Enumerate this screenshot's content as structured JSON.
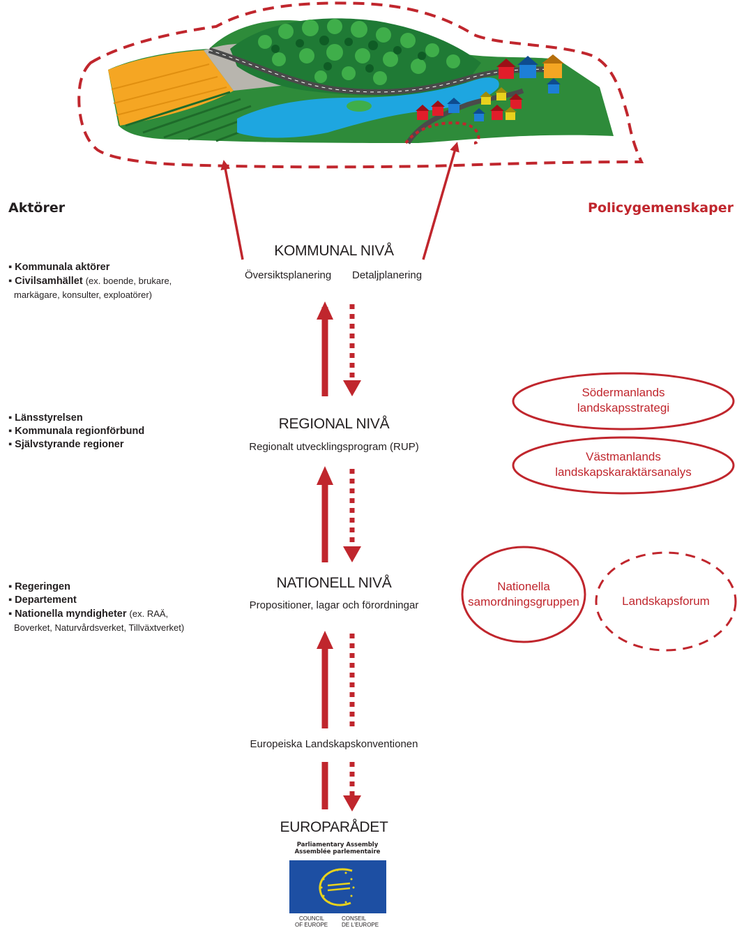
{
  "headers": {
    "left": "Aktörer",
    "right": "Policygemenskaper"
  },
  "levels": {
    "kommunal": {
      "title": "KOMMUNAL NIVÅ",
      "sub_left": "Översiktsplanering",
      "sub_right": "Detaljplanering"
    },
    "regional": {
      "title": "REGIONAL NIVÅ",
      "sub": "Regionalt utvecklingsprogram (RUP)"
    },
    "nationell": {
      "title": "NATIONELL NIVÅ",
      "sub": "Propositioner, lagar och förordningar"
    },
    "convention": "Europeiska Landskapskonventionen",
    "europa": {
      "title": "EUROPARÅDET",
      "pa_line1": "Parliamentary Assembly",
      "pa_line2": "Assemblée parlementaire",
      "council_en_1": "COUNCIL",
      "council_en_2": "OF EUROPE",
      "council_fr_1": "CONSEIL",
      "council_fr_2": "DE L'EUROPE"
    }
  },
  "actors": {
    "kommunal": {
      "item1": "Kommunala aktörer",
      "item2_bold": "Civilsamhället",
      "item2_rest": "(ex. boende, brukare,",
      "item2_line2": "markägare, konsulter, exploatörer)"
    },
    "regional": {
      "item1": "Länsstyrelsen",
      "item2": "Kommunala regionförbund",
      "item3": "Självstyrande regioner"
    },
    "nationell": {
      "item1": "Regeringen",
      "item2": "Departement",
      "item3_bold": "Nationella myndigheter",
      "item3_rest": "(ex. RAÄ,",
      "item3_line2": "Boverket, Naturvårdsverket, Tillväxtverket)"
    }
  },
  "policy": {
    "sodermanland_line1": "Södermanlands",
    "sodermanland_line2": "landskapsstrategi",
    "vastmanland_line1": "Västmanlands",
    "vastmanland_line2": "landskapskaraktärsanalys",
    "nationella_line1": "Nationella",
    "nationella_line2": "samordningsgruppen",
    "landskapsforum": "Landskapsforum"
  },
  "colors": {
    "accent_red": "#c0262d",
    "text_dark": "#231f20",
    "council_blue": "#1d4fa3",
    "council_yellow": "#e8d21d",
    "field_orange": "#f5a623",
    "field_green": "#2e8b3a",
    "water_blue": "#1ea6e0"
  },
  "icons": {
    "landscape": "landscape-illustration",
    "council_logo": "council-of-europe-logo"
  }
}
